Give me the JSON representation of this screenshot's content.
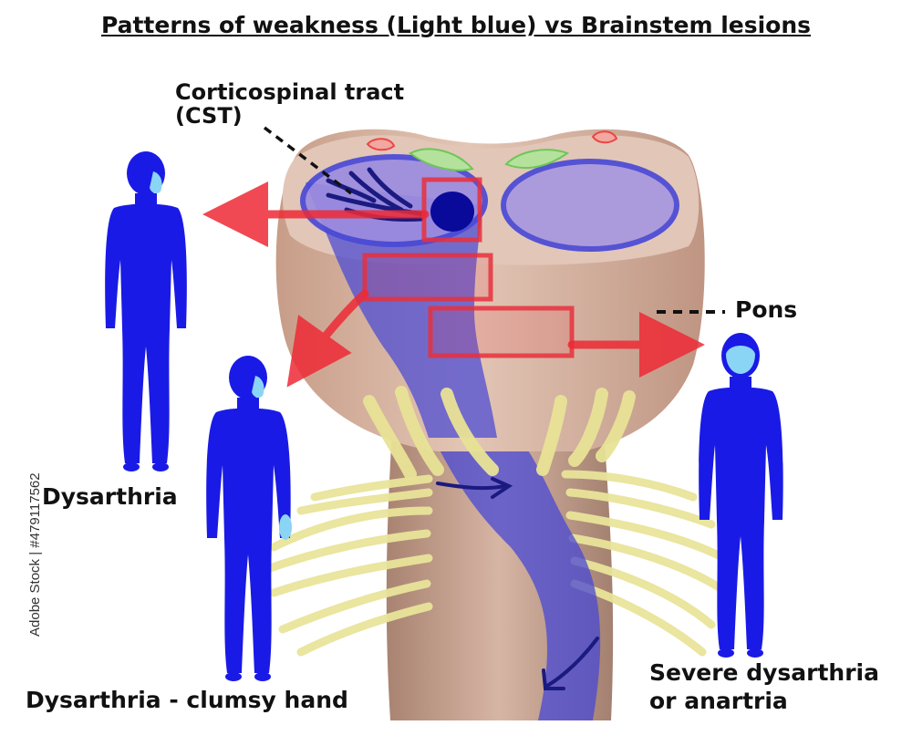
{
  "title": "Patterns of weakness (Light blue) vs Brainstem lesions",
  "labels": {
    "cst_line1": "Corticospinal tract",
    "cst_line2": "(CST)",
    "pons": "Pons",
    "left_top_figure": "Dysarthria",
    "left_bottom_figure": "Dysarthria - clumsy hand",
    "right_figure_line1": "Severe dysarthria",
    "right_figure_line2": "or anartria"
  },
  "watermark": "Adobe Stock | #479117562",
  "colors": {
    "tract_blue": "#5050d8",
    "figure_blue": "#1a1ae6",
    "figure_face": "#8ad4f5",
    "tissue": "#d9b8a8",
    "nerve_yellow": "#eeeaa0",
    "lesion_red": "#e8303c"
  }
}
